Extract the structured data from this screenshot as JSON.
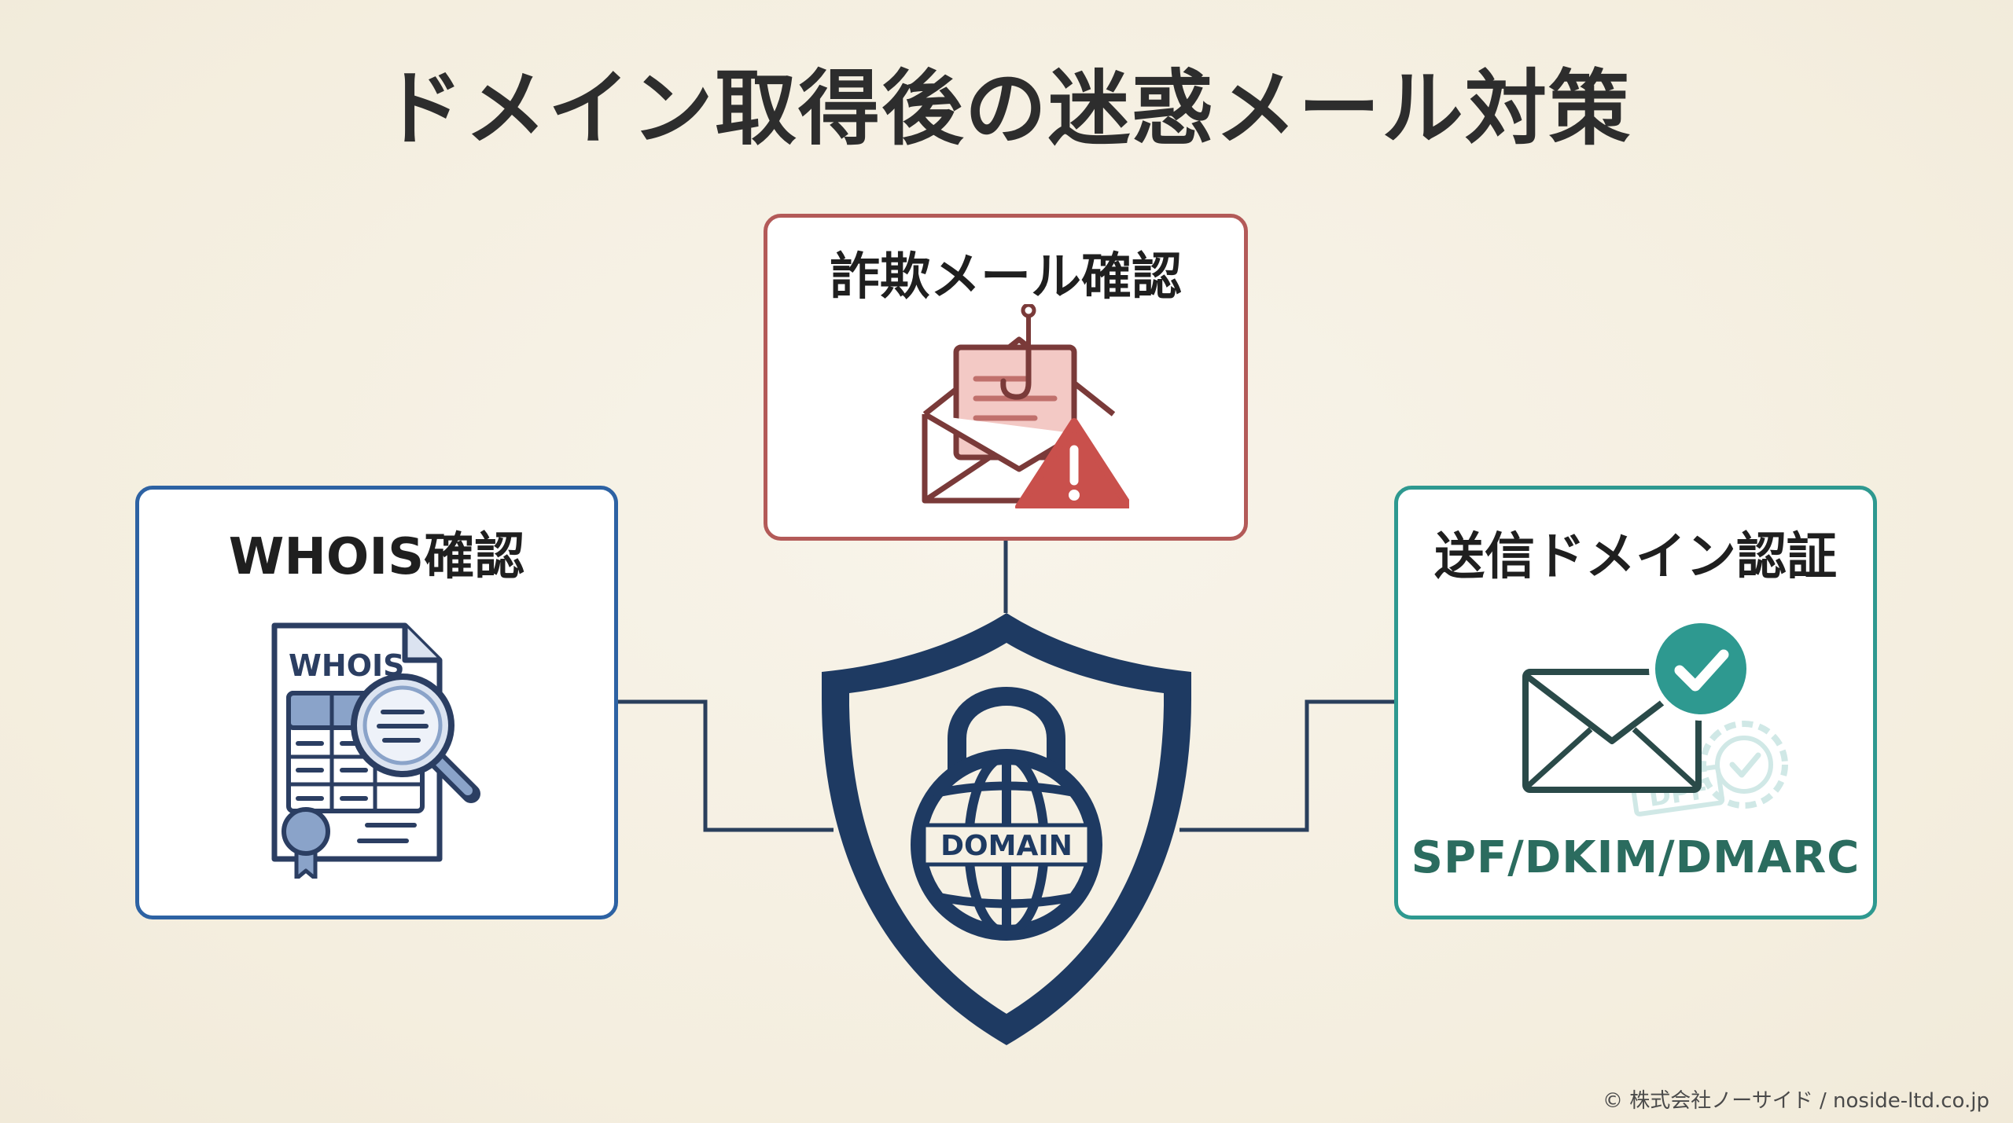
{
  "title": "ドメイン取得後の迷惑メール対策",
  "cards": {
    "whois": {
      "label": "WHOIS確認",
      "doc_text": "WHOIS",
      "color": "#2d62a3"
    },
    "phishing": {
      "label": "詐欺メール確認",
      "color": "#b35a58"
    },
    "auth": {
      "label": "送信ドメイン認証",
      "sub": "SPF/DKIM/DMARC",
      "stamp_text": "DPF",
      "color": "#2e9990"
    }
  },
  "center": {
    "globe_label": "DOMAIN",
    "color": "#1e3a62"
  },
  "footer": "© 株式会社ノーサイド / noside-ltd.co.jp"
}
